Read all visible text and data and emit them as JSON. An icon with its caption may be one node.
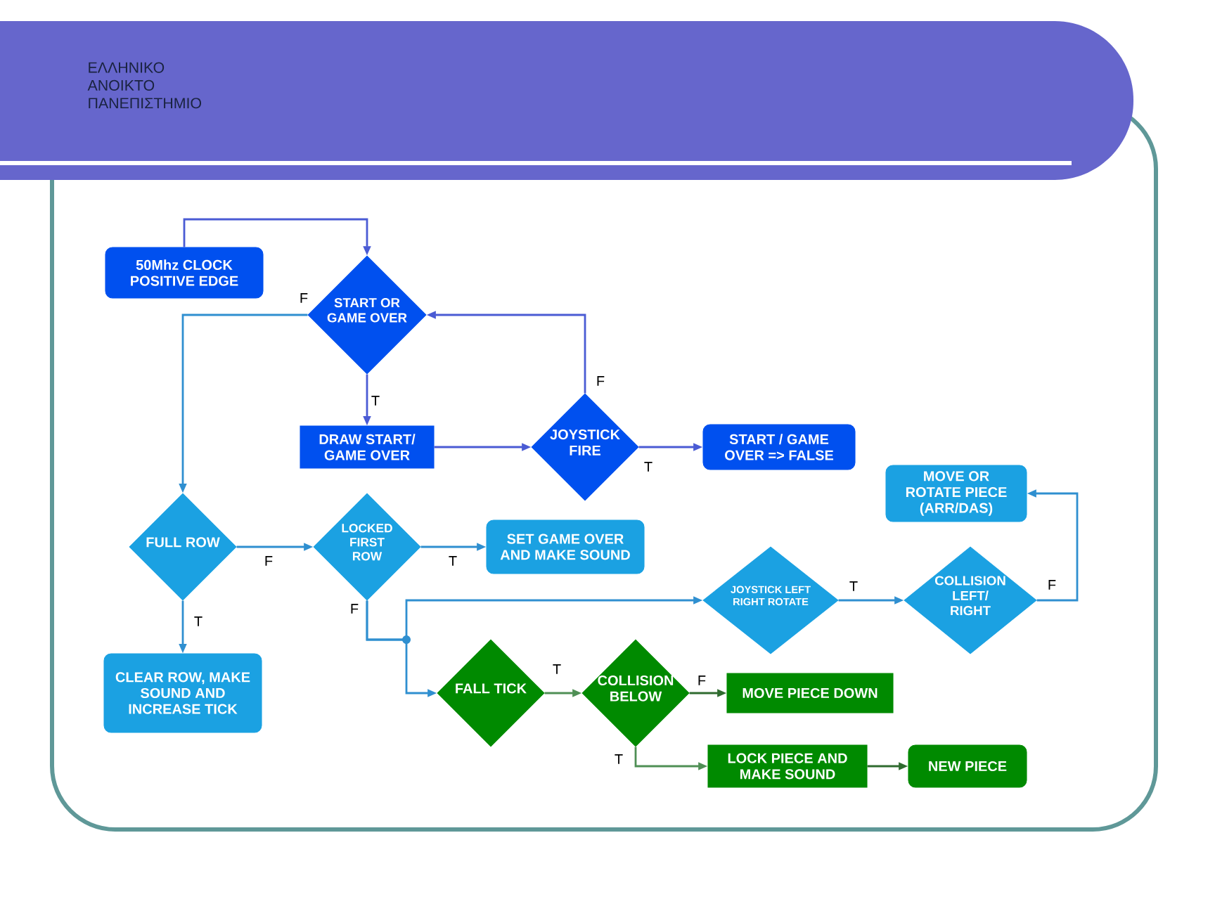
{
  "diagram": {
    "nodes": [
      {
        "text": [
          "50Mhz CLOCK POSITIVE EDGE"
        ]
      },
      {
        "text": [
          "START OR GAME OVER"
        ]
      },
      {
        "text": [
          "DRAW START/ GAME OVER"
        ]
      },
      {
        "text": [
          "JOYSTICK FIRE"
        ]
      },
      {
        "text": [
          "START / GAME OVER => FALSE"
        ]
      },
      {
        "text": [
          "FULL ROW"
        ]
      },
      {
        "text": [
          "LOCKED FIRST ROW"
        ]
      },
      {
        "text": [
          "SET GAME OVER AND MAKE SOUND"
        ]
      },
      {
        "text": [
          "CLEAR ROW, MAKE SOUND AND INCREASE TICK"
        ]
      },
      {
        "text": [
          "JOYSTICK LEFT RIGHT ROTATE"
        ]
      },
      {
        "text": [
          "COLLISION LEFT/ RIGHT"
        ]
      },
      {
        "text": [
          "MOVE OR ROTATE PIECE (ARR/DAS)"
        ]
      },
      {
        "text": [
          "FALL TICK"
        ]
      },
      {
        "text": [
          "COLLISION BELOW"
        ]
      },
      {
        "text": [
          "MOVE PIECE DOWN"
        ]
      },
      {
        "text": [
          "LOCK PIECE AND MAKE SOUND"
        ]
      },
      {
        "text": [
          "NEW PIECE"
        ]
      }
    ],
    "edges": [
      {
        "from": 0,
        "to": 1,
        "arrow": "to",
        "color": "#4a5bd4"
      },
      {
        "from": 1,
        "to": 2,
        "arrow": "to",
        "label": "T",
        "color": "#4a5bd4"
      },
      {
        "from": 2,
        "to": 3,
        "arrow": "to",
        "color": "#4a5bd4"
      },
      {
        "from": 3,
        "to": 1,
        "arrow": "to",
        "label": "F",
        "color": "#4a5bd4"
      },
      {
        "from": 3,
        "to": 4,
        "arrow": "to",
        "label": "T",
        "color": "#4a5bd4"
      },
      {
        "from": 1,
        "to": 5,
        "arrow": "to",
        "label": "F"
      },
      {
        "from": 5,
        "to": 6,
        "arrow": "to",
        "label": "F"
      },
      {
        "from": 5,
        "to": 8,
        "arrow": "to",
        "label": "T"
      },
      {
        "from": 6,
        "to": 7,
        "arrow": "to",
        "label": "T"
      },
      {
        "from": 6,
        "to": 12,
        "arrow": "to",
        "label": "F"
      },
      {
        "from": 6,
        "to": 9,
        "arrow": "to"
      },
      {
        "from": 9,
        "to": 10,
        "arrow": "to",
        "label": "T"
      },
      {
        "from": 10,
        "to": 11,
        "arrow": "to",
        "label": "F"
      },
      {
        "from": 12,
        "to": 13,
        "arrow": "to",
        "label": "T",
        "color": "#4f8f55"
      },
      {
        "from": 13,
        "to": 14,
        "arrow": "to",
        "label": "F",
        "color": "#2f6b2f"
      },
      {
        "from": 13,
        "to": 15,
        "arrow": "to",
        "label": "T",
        "color": "#4f8f55"
      },
      {
        "from": 15,
        "to": 16,
        "arrow": "to",
        "color": "#2f6b2f"
      }
    ],
    "labels": [
      "ΕΛΛΗΝΙΚΟ ΑΝΟΙΚΤΟ ΠΑΝΕΠΙΣΤΗΜΙΟ"
    ]
  }
}
